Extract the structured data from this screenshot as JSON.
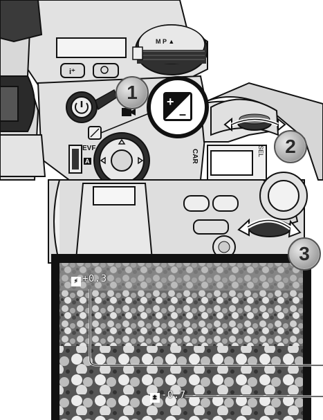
{
  "camera": {
    "evf_label": "EVF",
    "evf_sub": "A",
    "card_label": "CAR"
  },
  "callouts": {
    "step1": "1",
    "step2": "2",
    "step3": "3"
  },
  "monitor": {
    "flash_comp_value": "+0.3",
    "exposure_comp_value": "-0.7"
  },
  "colors": {
    "body": "#2b2b2b",
    "outline": "#111111",
    "callout_fill": "#a9a9a9",
    "screen_frame": "#111111"
  }
}
